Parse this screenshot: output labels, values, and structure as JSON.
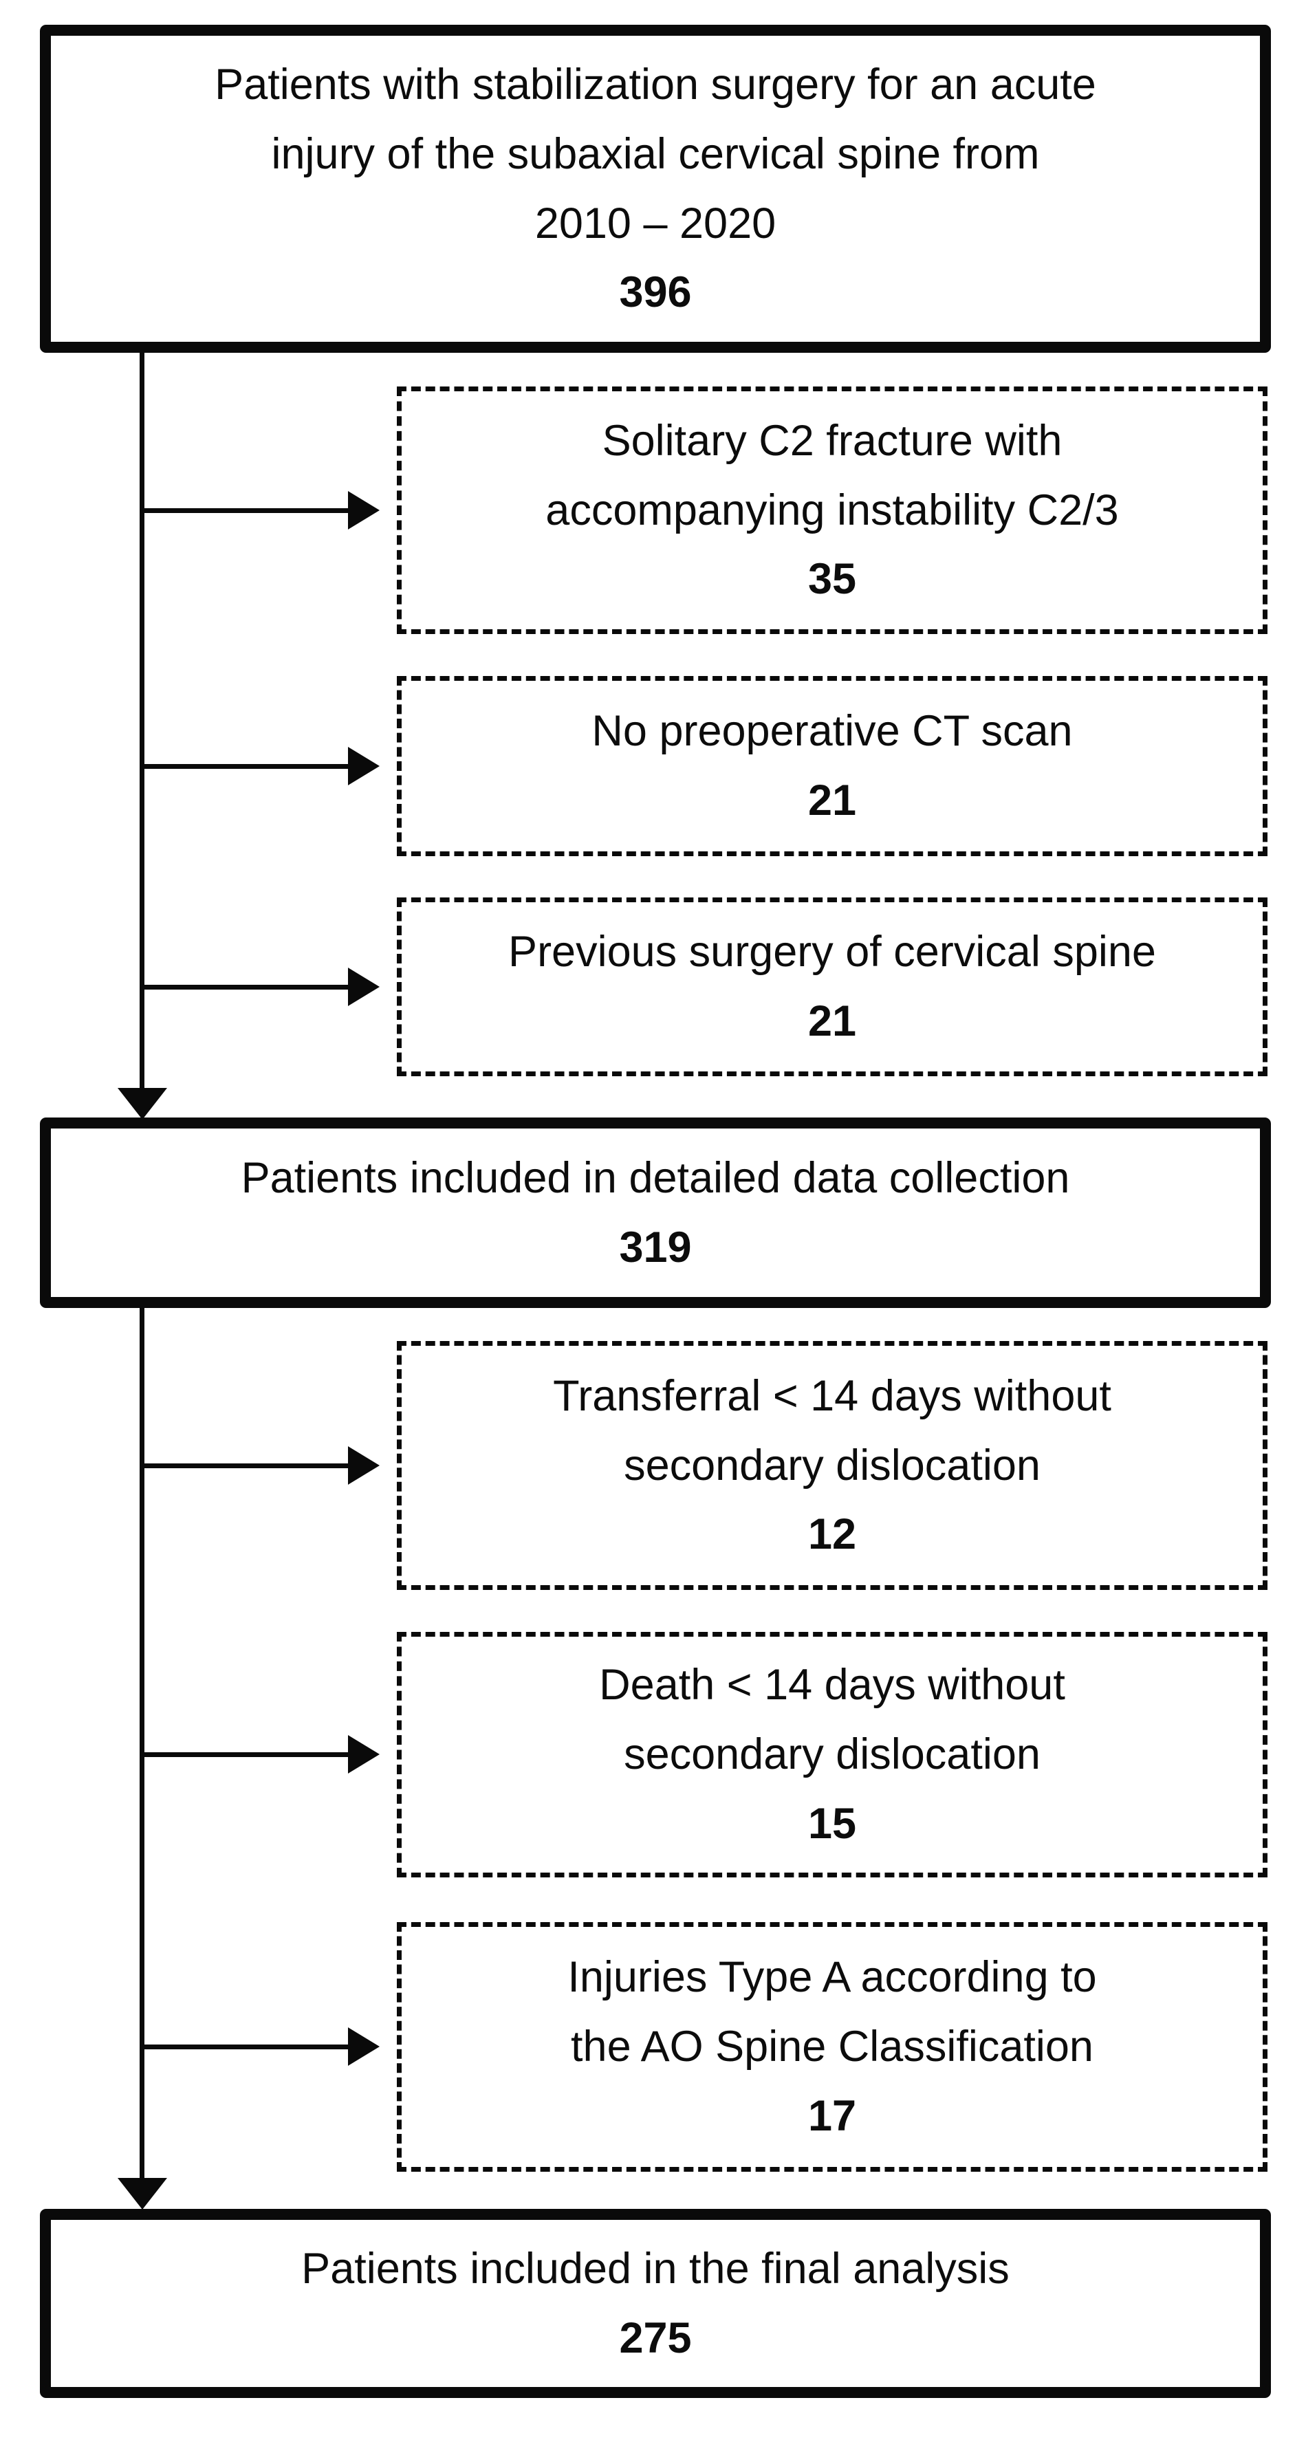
{
  "figure": {
    "background_color": "#ffffff",
    "line_color": "#0a0a0a",
    "text_color": "#0c0c0c"
  },
  "flow": {
    "top": {
      "label": "Patients with stabilization surgery for an acute\ninjury of the subaxial cervical spine from\n2010 – 2020",
      "count": "396"
    },
    "exclusions_stage1": [
      {
        "label": "Solitary C2 fracture with\naccompanying instability C2/3",
        "count": "35"
      },
      {
        "label": "No preoperative CT scan",
        "count": "21"
      },
      {
        "label": "Previous surgery of cervical spine",
        "count": "21"
      }
    ],
    "middle": {
      "label": "Patients included in detailed data collection",
      "count": "319"
    },
    "exclusions_stage2": [
      {
        "label": "Transferral < 14 days without\nsecondary dislocation",
        "count": "12"
      },
      {
        "label": "Death < 14 days without\nsecondary dislocation",
        "count": "15"
      },
      {
        "label": "Injuries Type A according to\nthe AO Spine Classification",
        "count": "17"
      }
    ],
    "bottom": {
      "label": "Patients included in the final analysis",
      "count": "275"
    }
  }
}
